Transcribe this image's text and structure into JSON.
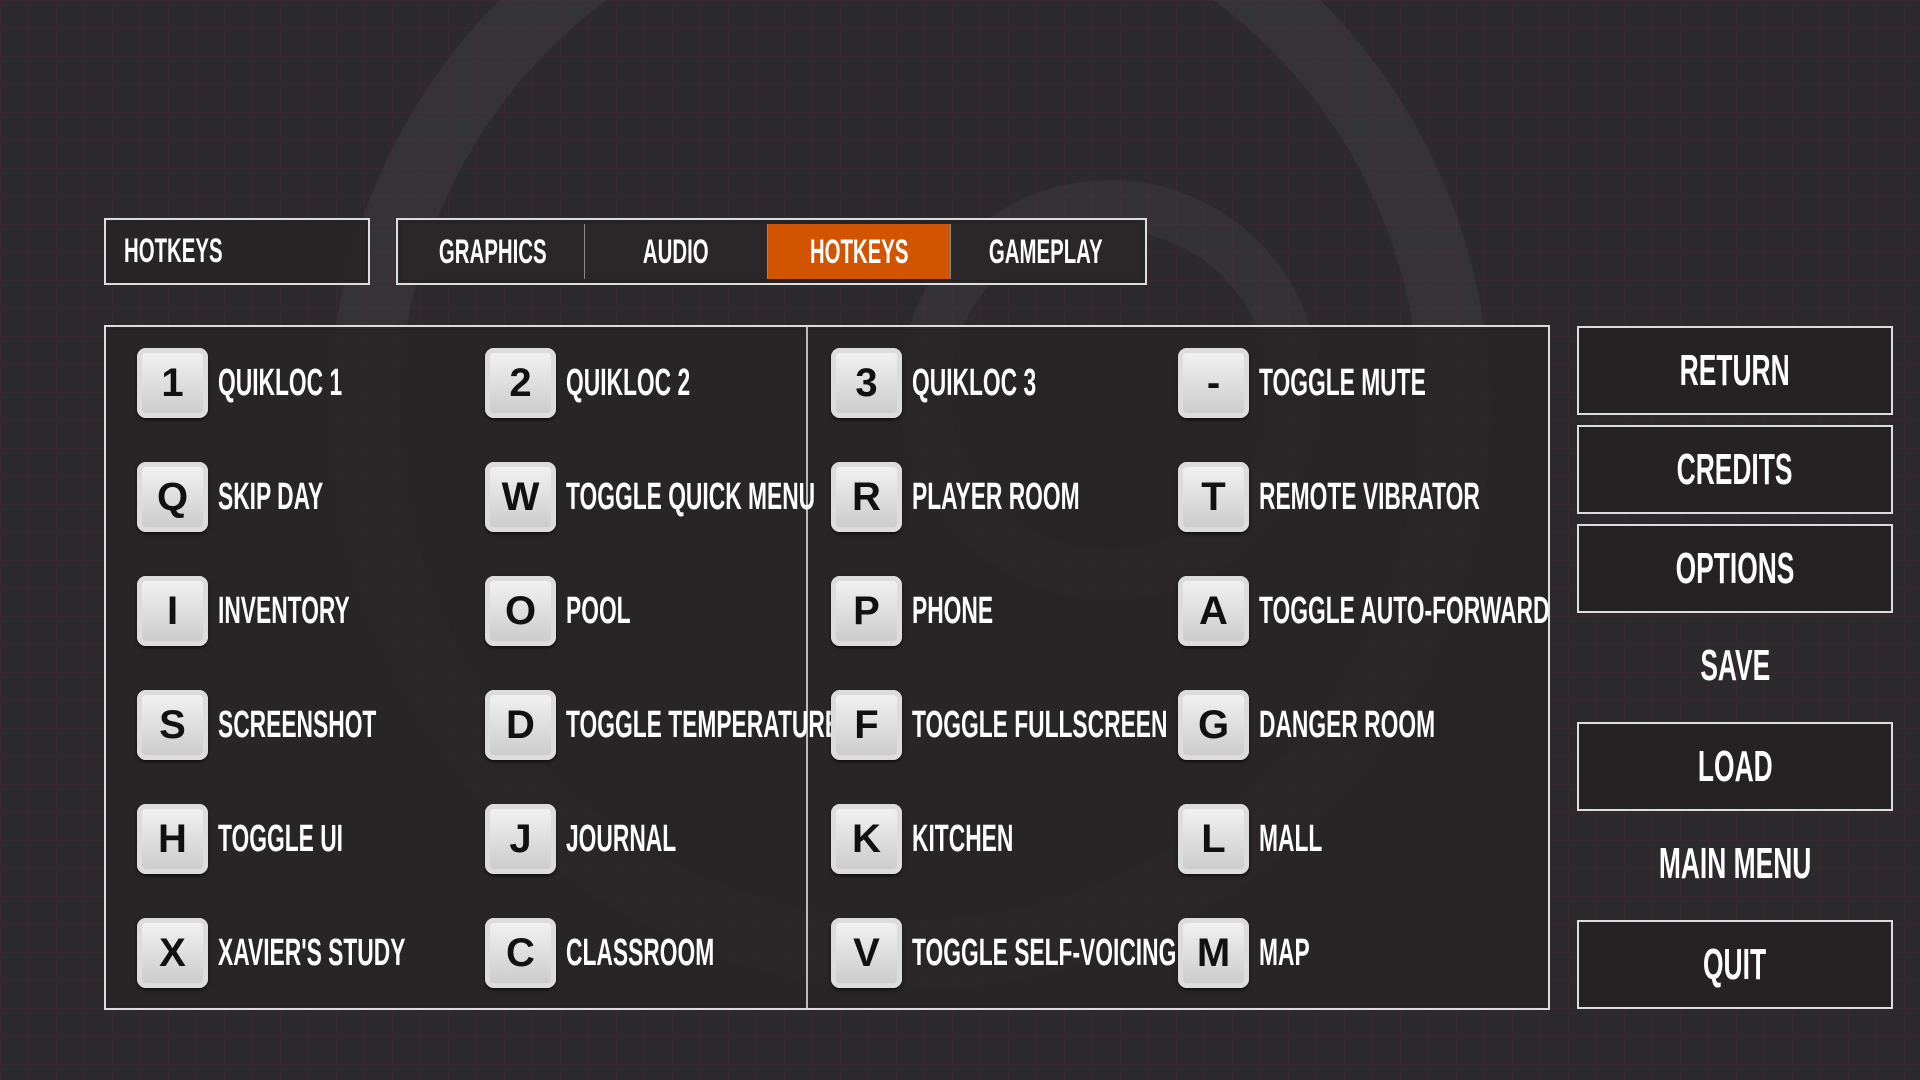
{
  "screen_title": "HOTKEYS",
  "tabs": [
    {
      "label": "GRAPHICS"
    },
    {
      "label": "AUDIO"
    },
    {
      "label": "HOTKEYS",
      "active": true
    },
    {
      "label": "GAMEPLAY"
    }
  ],
  "accent_color": "#d35400",
  "hotkeys": [
    {
      "key": "1",
      "action": "QUIKLOC 1"
    },
    {
      "key": "2",
      "action": "QUIKLOC 2"
    },
    {
      "key": "3",
      "action": "QUIKLOC 3"
    },
    {
      "key": "-",
      "action": "TOGGLE MUTE"
    },
    {
      "key": "Q",
      "action": "SKIP DAY"
    },
    {
      "key": "W",
      "action": "TOGGLE QUICK MENU"
    },
    {
      "key": "R",
      "action": "PLAYER ROOM"
    },
    {
      "key": "T",
      "action": "REMOTE VIBRATOR"
    },
    {
      "key": "I",
      "action": "INVENTORY"
    },
    {
      "key": "O",
      "action": "POOL"
    },
    {
      "key": "P",
      "action": "PHONE"
    },
    {
      "key": "A",
      "action": "TOGGLE AUTO-FORWARD"
    },
    {
      "key": "S",
      "action": "SCREENSHOT"
    },
    {
      "key": "D",
      "action": "TOGGLE TEMPERATURE"
    },
    {
      "key": "F",
      "action": "TOGGLE FULLSCREEN"
    },
    {
      "key": "G",
      "action": "DANGER ROOM"
    },
    {
      "key": "H",
      "action": "TOGGLE UI"
    },
    {
      "key": "J",
      "action": "JOURNAL"
    },
    {
      "key": "K",
      "action": "KITCHEN"
    },
    {
      "key": "L",
      "action": "MALL"
    },
    {
      "key": "X",
      "action": "XAVIER'S STUDY"
    },
    {
      "key": "C",
      "action": "CLASSROOM"
    },
    {
      "key": "V",
      "action": "TOGGLE SELF-VOICING"
    },
    {
      "key": "M",
      "action": "MAP"
    }
  ],
  "menu": [
    {
      "label": "RETURN",
      "boxed": true
    },
    {
      "label": "CREDITS",
      "boxed": true
    },
    {
      "label": "OPTIONS",
      "boxed": true
    },
    {
      "label": "SAVE",
      "boxed": false
    },
    {
      "label": "LOAD",
      "boxed": true
    },
    {
      "label": "MAIN MENU",
      "boxed": false
    },
    {
      "label": "QUIT",
      "boxed": true
    }
  ]
}
